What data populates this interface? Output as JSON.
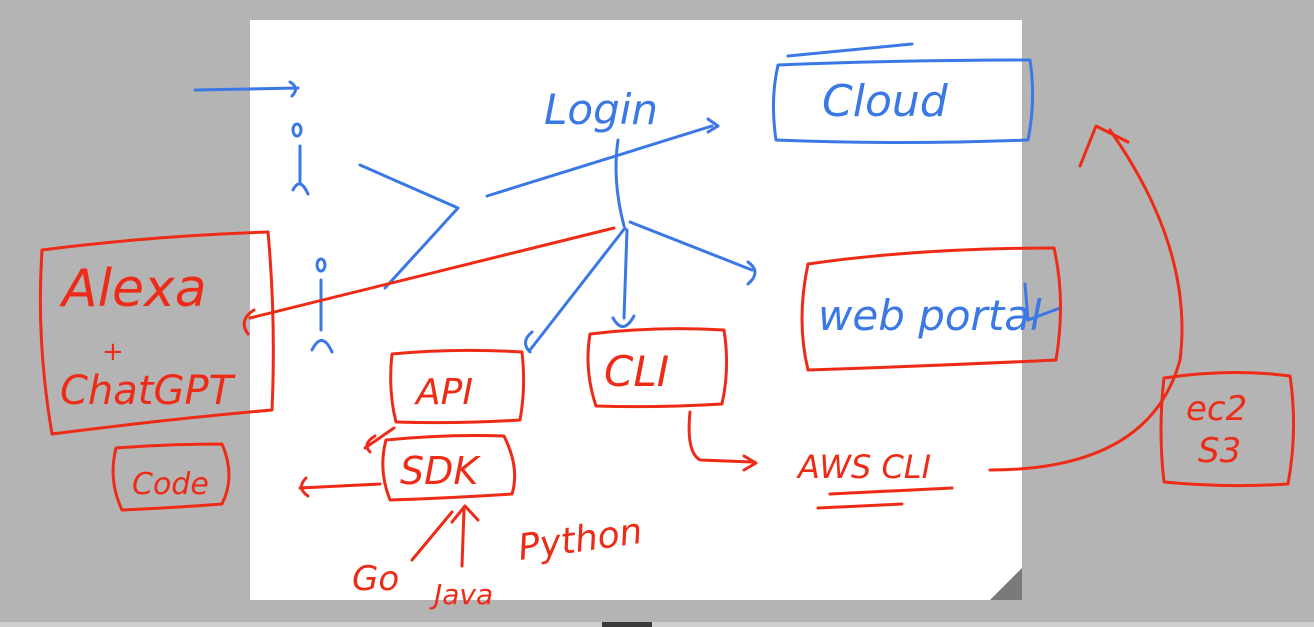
{
  "colors": {
    "canvas_bg": "#b4b4b4",
    "page_bg": "#ffffff",
    "ink_blue": "#3a78e6",
    "ink_red": "#ee2b16"
  },
  "diagram": {
    "blue_labels": {
      "login": "Login",
      "cloud": "Cloud",
      "user_head": "o"
    },
    "red_labels": {
      "alexa": "Alexa",
      "plus": "+",
      "chatgpt": "ChatGPT",
      "code": "Code",
      "web_portal": "web portal",
      "api": "API",
      "cli": "CLI",
      "sdk": "SDK",
      "aws_cli": "AWS CLI",
      "ec2": "ec2",
      "s3": "S3",
      "go": "Go",
      "java": "Java",
      "python": "Python"
    }
  }
}
